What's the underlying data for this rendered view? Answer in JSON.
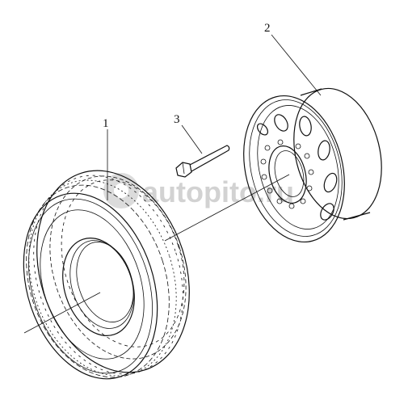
{
  "callouts": {
    "tire": "1",
    "rim": "2",
    "bolt": "3"
  },
  "watermark": {
    "text": "autopito.ru"
  },
  "colors": {
    "line": "#111111",
    "watermark": "#d2d2d2",
    "background": "#ffffff"
  }
}
